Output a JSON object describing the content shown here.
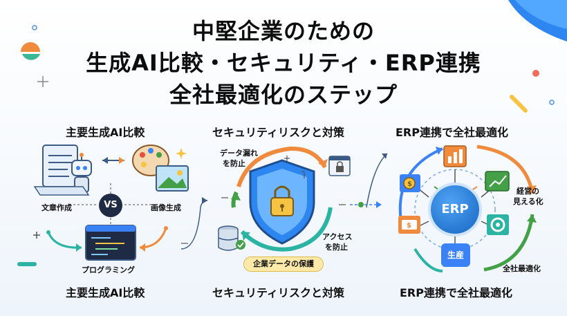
{
  "title": {
    "line1": "中堅企業のための",
    "line2": "生成AI比較・セキュリティ・ERP連携",
    "line3": "全社最適化のステップ"
  },
  "sections": {
    "ai": {
      "heading_top": "主要生成AI比較",
      "heading_bottom": "主要生成AI比較",
      "vs": "VS",
      "label_text": "文章作成",
      "label_image": "画像生成",
      "label_code": "プログラミング"
    },
    "security": {
      "heading_top": "セキュリティリスクと対策",
      "heading_bottom": "セキュリティリスクと対策",
      "label_leak_1": "データ漏れ",
      "label_leak_2": "を防止",
      "label_access_1": "アクセス",
      "label_access_2": "を防止",
      "label_protect": "企業データの保護"
    },
    "erp": {
      "heading_top": "ERP連携で全社最適化",
      "heading_bottom": "ERP連携で全社最適化",
      "core": "ERP",
      "production": "生産",
      "visual_1": "経営の",
      "visual_2": "見える化",
      "optimize": "全社最適化"
    }
  },
  "colors": {
    "accent_blue": "#1565c0",
    "accent_orange": "#f39c3d",
    "accent_teal": "#2bb3a3",
    "accent_green": "#43a047",
    "accent_yellow": "#f6c343"
  },
  "icons": [
    "document-icon",
    "robot-icon",
    "palette-icon",
    "landscape-icon",
    "code-window-icon",
    "shield-lock-icon",
    "padlock-icon",
    "database-icon",
    "chart-icon",
    "gear-icon",
    "money-icon",
    "coins-icon"
  ]
}
